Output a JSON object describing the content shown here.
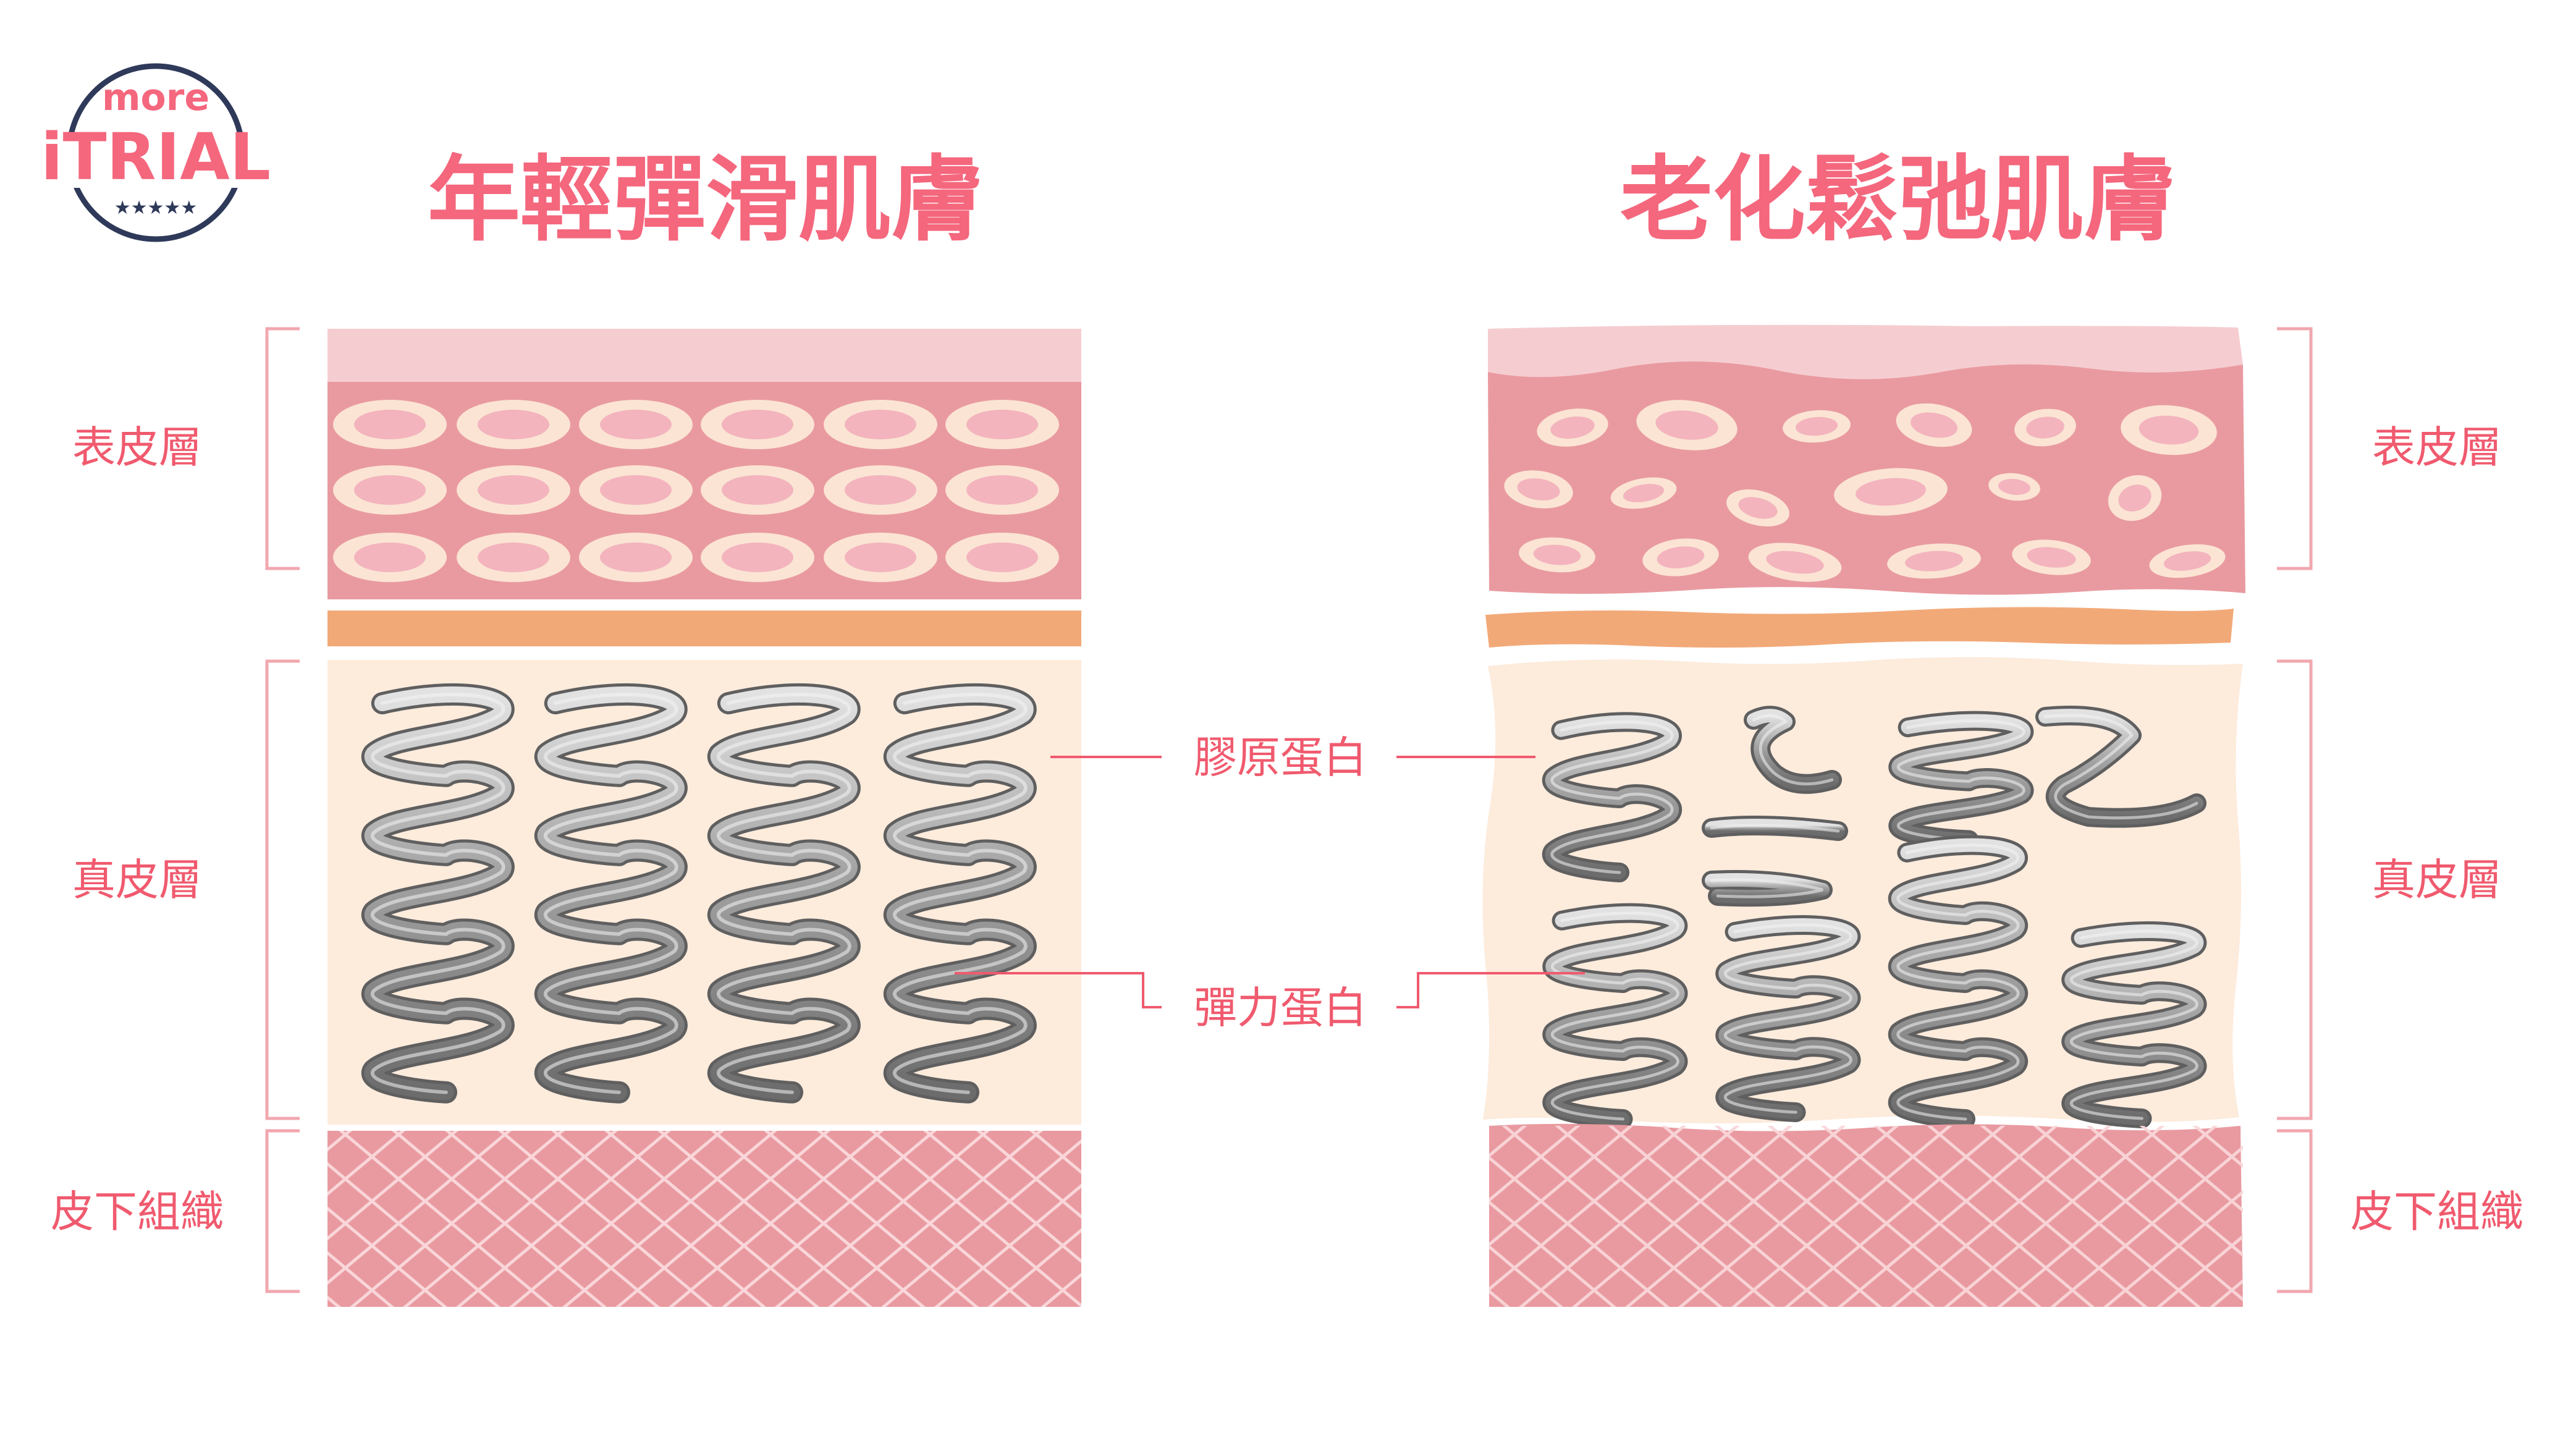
{
  "logo": {
    "top_text": "more",
    "main_text": "iTRIAL",
    "stars": "★★★★★",
    "color_pink": "#F4677D",
    "color_navy": "#2F3A5A"
  },
  "titles": {
    "young": "年輕彈滑肌膚",
    "aged": "老化鬆弛肌膚"
  },
  "layers": {
    "epidermis": "表皮層",
    "dermis": "真皮層",
    "subcutaneous": "皮下組織"
  },
  "callouts": {
    "collagen": "膠原蛋白",
    "elastin": "彈力蛋白"
  },
  "colors": {
    "accent": "#F4677D",
    "bracket": "#F2A7AF",
    "label": "#F05A6E",
    "stratum_corneum": "#F5CDD1",
    "epidermis": "#E99AA0",
    "cell_outer": "#FBE4D3",
    "cell_inner": "#F3B4BE",
    "basal": "#F2A978",
    "dermis": "#FDEBDC",
    "subcutaneous": "#E99AA0",
    "net": "#F9D6D9",
    "spring": "#9B9B9B"
  }
}
